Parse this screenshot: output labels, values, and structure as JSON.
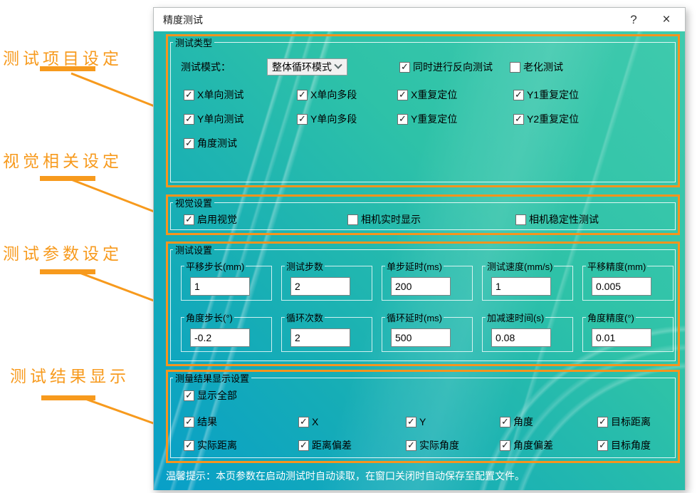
{
  "annotations": {
    "items": [
      {
        "label": "测试项目设定"
      },
      {
        "label": "视觉相关设定"
      },
      {
        "label": "测试参数设定"
      },
      {
        "label": "测试结果显示"
      }
    ]
  },
  "window": {
    "title": "精度测试",
    "help": "?",
    "close": "×"
  },
  "test_type": {
    "legend": "测试类型",
    "mode_label": "测试模式：",
    "mode_value": "整体循环模式",
    "reverse": {
      "label": "同时进行反向测试",
      "checked": true
    },
    "aging": {
      "label": "老化测试",
      "checked": false
    },
    "items": [
      {
        "label": "X单向测试",
        "checked": true
      },
      {
        "label": "X单向多段",
        "checked": true
      },
      {
        "label": "X重复定位",
        "checked": true
      },
      {
        "label": "Y1重复定位",
        "checked": true
      },
      {
        "label": "Y单向测试",
        "checked": true
      },
      {
        "label": "Y单向多段",
        "checked": true
      },
      {
        "label": "Y重复定位",
        "checked": true
      },
      {
        "label": "Y2重复定位",
        "checked": true
      },
      {
        "label": "角度测试",
        "checked": true
      }
    ]
  },
  "vision": {
    "legend": "视觉设置",
    "items": [
      {
        "label": "启用视觉",
        "checked": true
      },
      {
        "label": "相机实时显示",
        "checked": false
      },
      {
        "label": "相机稳定性测试",
        "checked": false
      }
    ]
  },
  "params": {
    "legend": "测试设置",
    "fields": [
      {
        "label": "平移步长(mm)",
        "value": "1"
      },
      {
        "label": "测试步数",
        "value": "2"
      },
      {
        "label": "单步延时(ms)",
        "value": "200"
      },
      {
        "label": "测试速度(mm/s)",
        "value": "1"
      },
      {
        "label": "平移精度(mm)",
        "value": "0.005"
      },
      {
        "label": "角度步长(°)",
        "value": "-0.2"
      },
      {
        "label": "循环次数",
        "value": "2"
      },
      {
        "label": "循环延时(ms)",
        "value": "500"
      },
      {
        "label": "加减速时间(s)",
        "value": "0.08"
      },
      {
        "label": "角度精度(°)",
        "value": "0.01"
      }
    ]
  },
  "results": {
    "legend": "测量结果显示设置",
    "show_all": {
      "label": "显示全部",
      "checked": true
    },
    "items": [
      {
        "label": "结果",
        "checked": true
      },
      {
        "label": "X",
        "checked": true
      },
      {
        "label": "Y",
        "checked": true
      },
      {
        "label": "角度",
        "checked": true
      },
      {
        "label": "目标距离",
        "checked": true
      },
      {
        "label": "实际距离",
        "checked": true
      },
      {
        "label": "距离偏差",
        "checked": true
      },
      {
        "label": "实际角度",
        "checked": true
      },
      {
        "label": "角度偏差",
        "checked": true
      },
      {
        "label": "目标角度",
        "checked": true
      }
    ]
  },
  "footer": {
    "tip": "温馨提示：本页参数在启动测试时自动读取，在窗口关闭时自动保存至配置文件。"
  },
  "colors": {
    "accent_orange": "#F79A1D",
    "teal_light": "#3FCAAD",
    "teal_dark": "#089FC8"
  }
}
